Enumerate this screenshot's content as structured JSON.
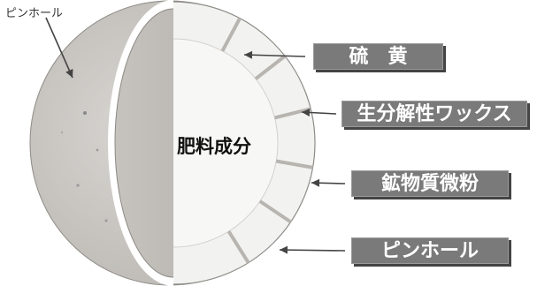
{
  "diagram": {
    "top_left_label": "ピンホール",
    "center_label": "肥料成分",
    "labels": [
      {
        "key": "sulfur",
        "text": "硫　黄"
      },
      {
        "key": "wax",
        "text": "生分解性ワックス"
      },
      {
        "key": "mineral",
        "text": "鉱物質微粉"
      },
      {
        "key": "pinhole",
        "text": "ピンホール"
      }
    ]
  }
}
